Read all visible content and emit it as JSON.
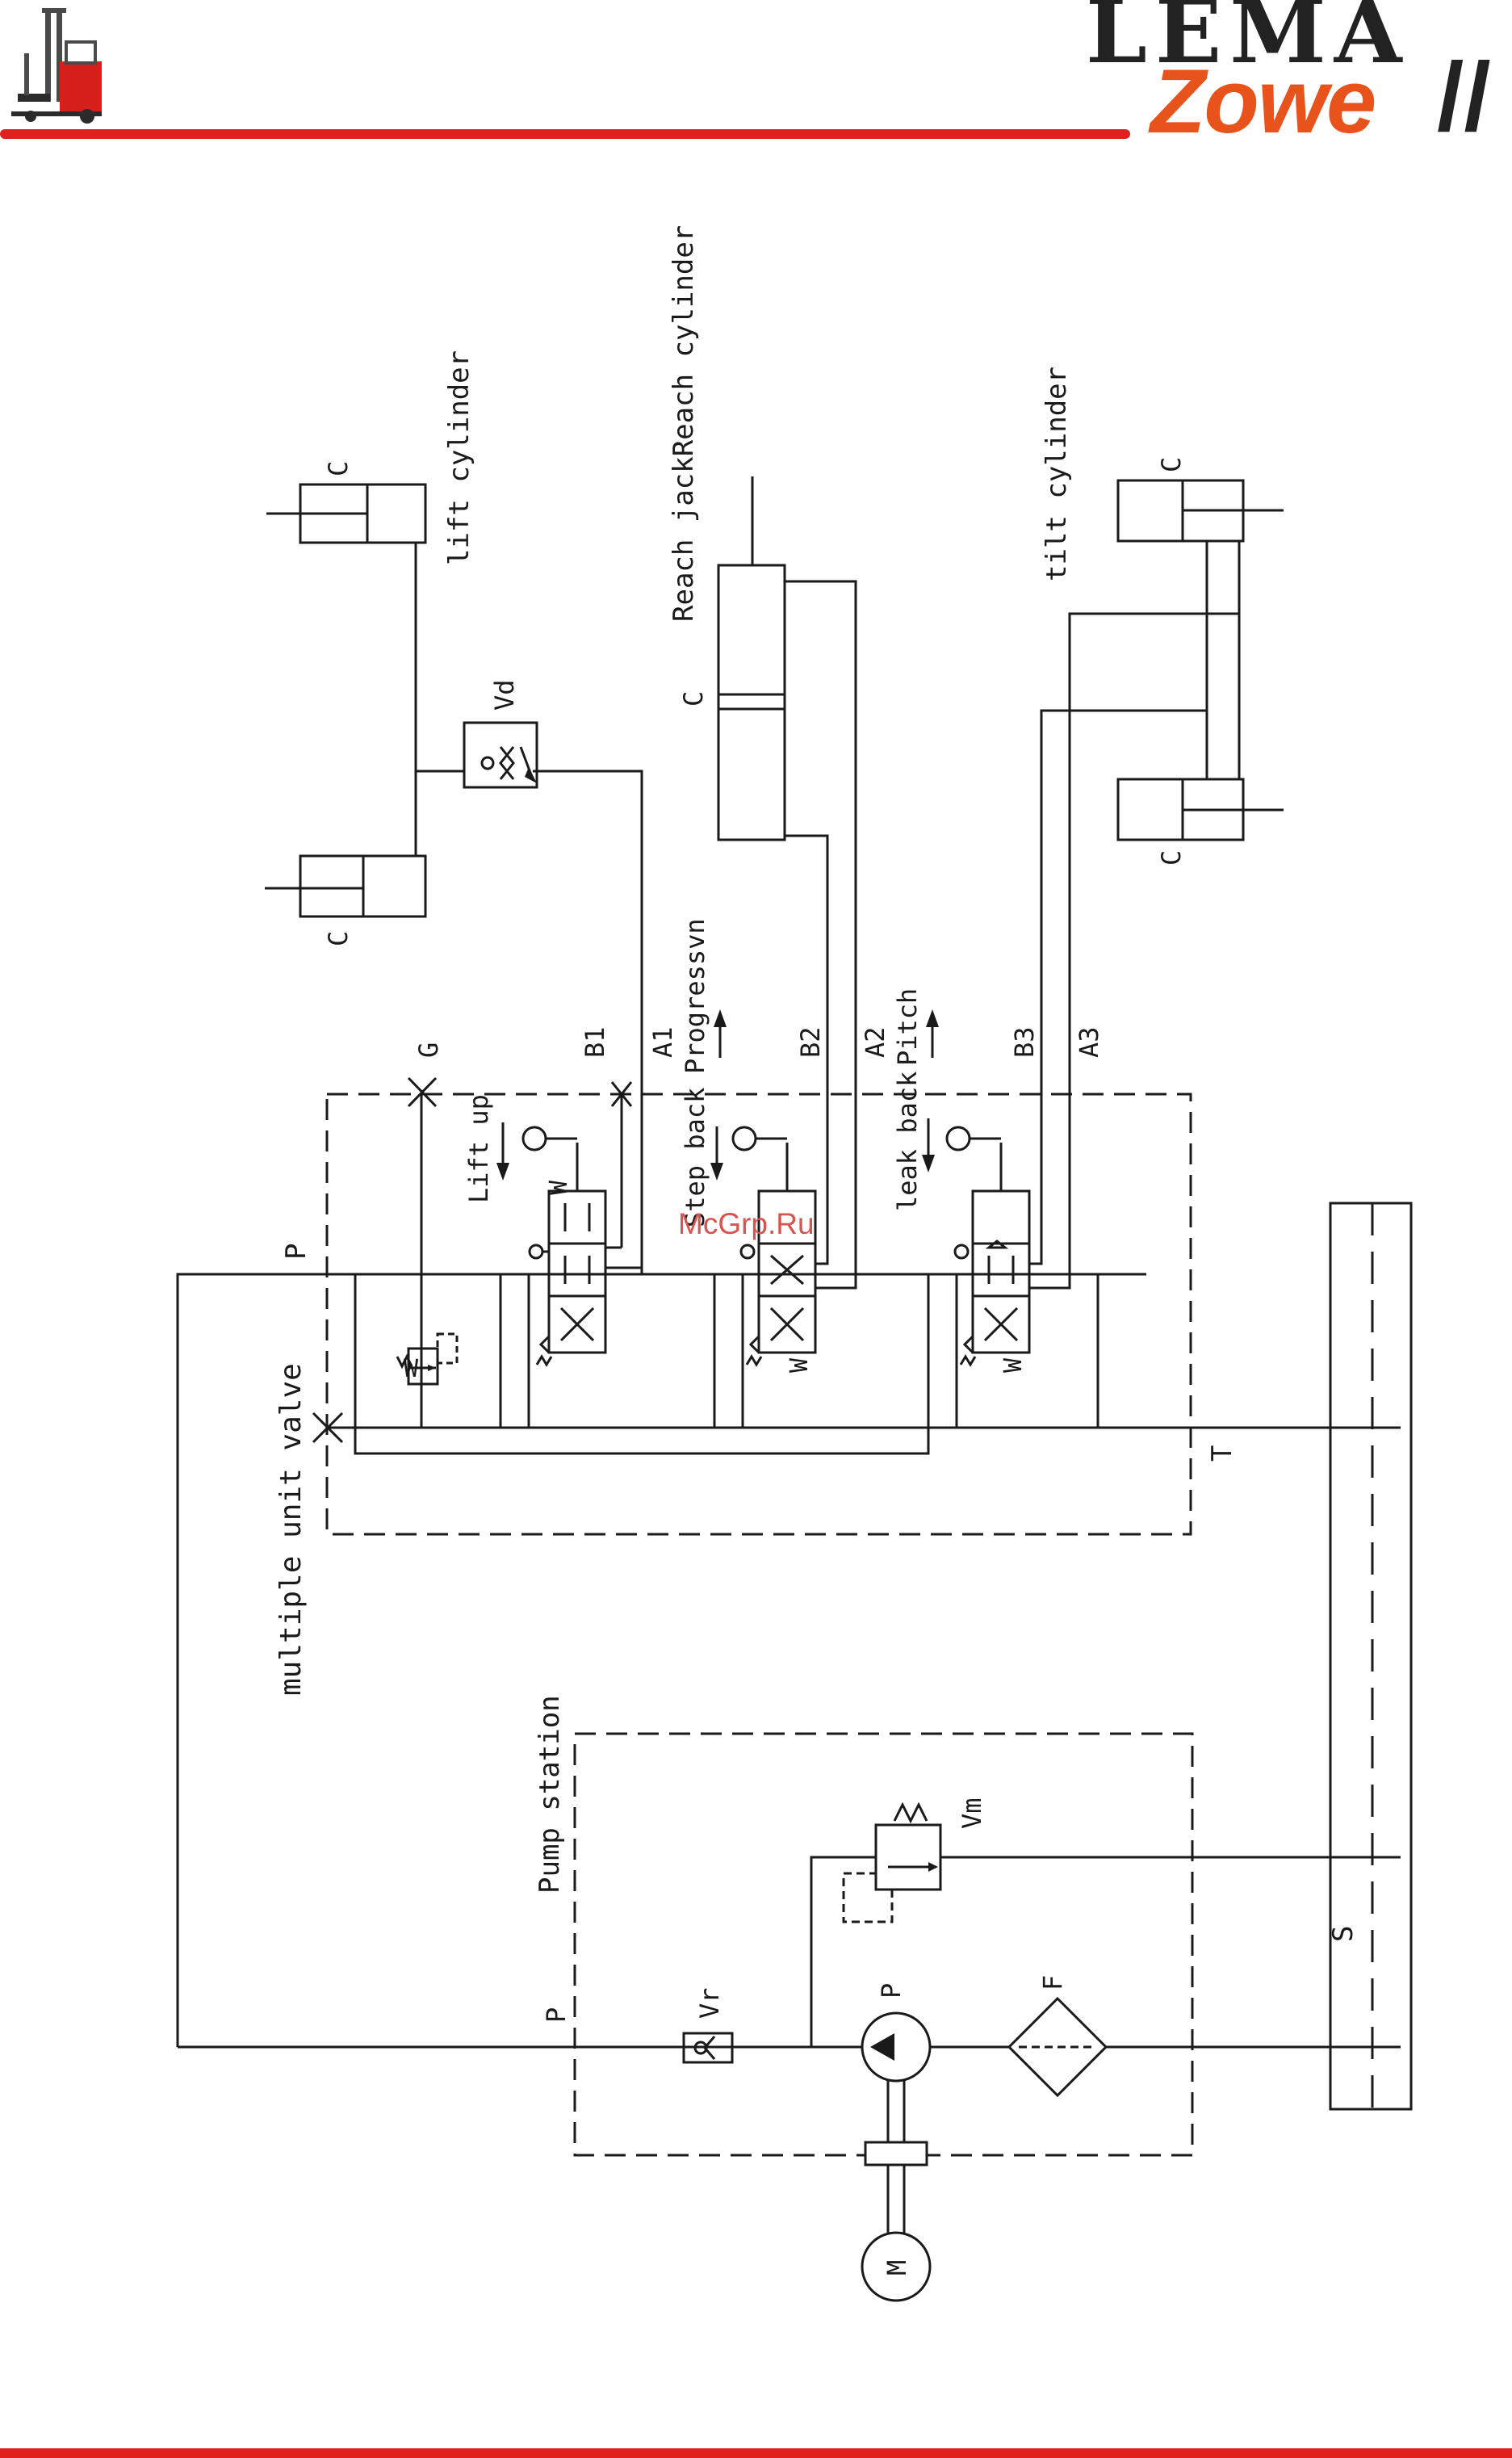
{
  "header": {
    "brand_top": "LEMA",
    "brand_bottom": "Zowe",
    "brand_slash": "//"
  },
  "watermark": "McGrp.Ru",
  "labels": {
    "lift_cylinder": "lift cylinder",
    "reach_cylinder": "Reach jackReach cylinder",
    "tilt_cylinder": "tilt cylinder",
    "c": "C",
    "vd": "Vd",
    "vr": "Vr",
    "vm": "Vm",
    "p": "P",
    "t": "T",
    "g": "G",
    "s": "S",
    "f": "F",
    "m": "M",
    "w": "W",
    "b1": "B1",
    "a1": "A1",
    "b2": "B2",
    "a2": "A2",
    "b3": "B3",
    "a3": "A3",
    "progressvn": "Progressvn",
    "pitch": "Pitch",
    "lift_up": "Lift up",
    "step_back": "Step back",
    "leak_back": "leak back",
    "multiple_unit_valve": "multiple unit valve",
    "pump_station": "Pump station"
  },
  "colors": {
    "accent_red": "#e0211d",
    "brand_orange": "#e8531c",
    "brand_dark": "#222222",
    "line": "#1a1a1a",
    "watermark": "#d9534f"
  }
}
